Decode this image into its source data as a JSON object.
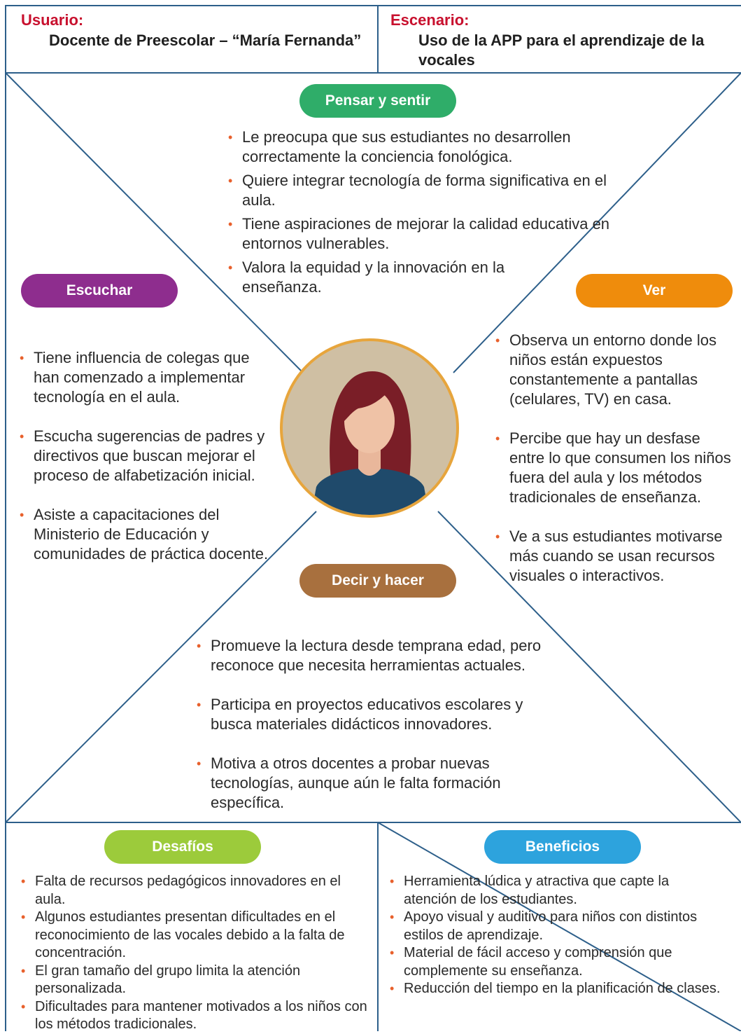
{
  "header": {
    "user_label": "Usuario:",
    "user_value": "Docente de Preescolar – “María Fernanda”",
    "scenario_label": "Escenario:",
    "scenario_value": "Uso de la APP para el aprendizaje de la vocales"
  },
  "colors": {
    "frame": "#2d5f8a",
    "header_label": "#c8102e",
    "bullet": "#e8602c",
    "pensar": "#2fad69",
    "escuchar": "#8e2d8e",
    "ver": "#ef8c0c",
    "decir": "#a8703e",
    "desafios": "#9ccb3b",
    "beneficios": "#2da3dd"
  },
  "pensar": {
    "title": "Pensar y sentir",
    "items": [
      "Le preocupa que sus estudiantes no desarrollen correctamente la conciencia fonológica.",
      "Quiere integrar tecnología de forma significativa en el aula.",
      "Tiene aspiraciones de mejorar la calidad educativa en entornos vulnerables.",
      "Valora la equidad y la innovación en la enseñanza."
    ]
  },
  "escuchar": {
    "title": "Escuchar",
    "items": [
      "Tiene influencia de colegas que han comenzado a implementar tecnología en el aula.",
      "Escucha sugerencias de padres y directivos que buscan mejorar el proceso de alfabetización inicial.",
      "Asiste a capacitaciones del Ministerio de Educación y comunidades de práctica docente."
    ]
  },
  "ver": {
    "title": "Ver",
    "items": [
      "Observa un entorno donde los niños están expuestos constantemente a pantallas (celulares, TV) en casa.",
      "Percibe que hay un desfase entre lo que consumen los niños fuera del aula y los métodos tradicionales de enseñanza.",
      "Ve a sus estudiantes motivarse más cuando se usan recursos visuales o interactivos."
    ]
  },
  "decir": {
    "title": "Decir y hacer",
    "items": [
      "Promueve la lectura desde temprana edad, pero reconoce que necesita herramientas actuales.",
      "Participa en proyectos educativos escolares y busca materiales didácticos innovadores.",
      "Motiva a otros docentes a probar nuevas tecnologías, aunque aún le falta formación específica."
    ]
  },
  "desafios": {
    "title": "Desafíos",
    "items": [
      "Falta de recursos pedagógicos innovadores en el aula.",
      "Algunos estudiantes presentan dificultades en el reconocimiento de las vocales debido a la falta de concentración.",
      "El gran tamaño del grupo limita la atención personalizada.",
      "Dificultades para mantener motivados a los niños con los métodos tradicionales."
    ]
  },
  "beneficios": {
    "title": "Beneficios",
    "items": [
      "Herramienta lúdica y atractiva que capte la atención de los estudiantes.",
      "Apoyo visual y auditivo para niños con distintos estilos de aprendizaje.",
      "Material de fácil acceso y comprensión que complemente su enseñanza.",
      "Reducción del tiempo en la planificación de clases."
    ]
  },
  "avatar_icon": "woman-avatar-icon"
}
